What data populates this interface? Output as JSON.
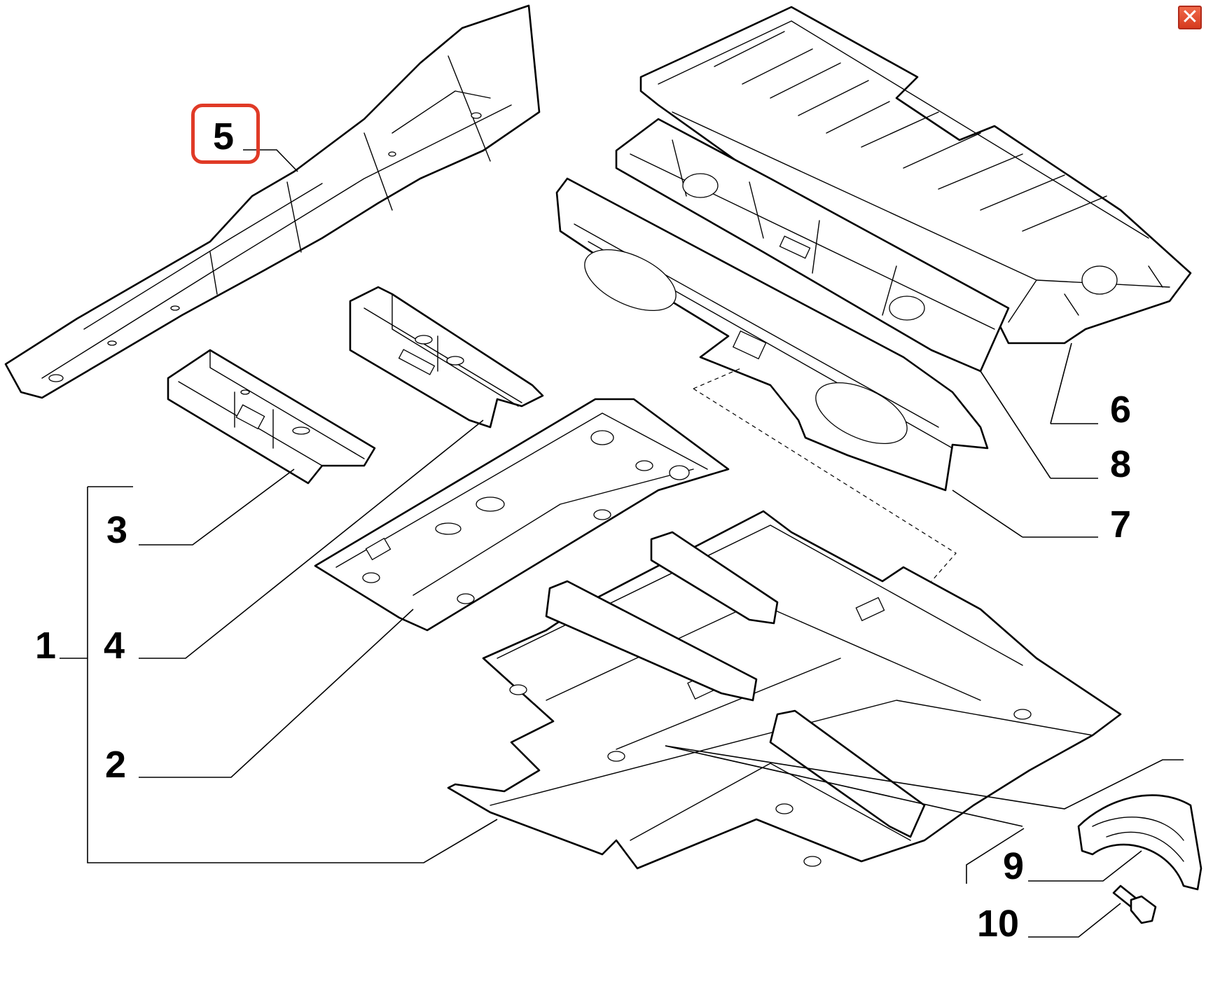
{
  "window": {
    "close_glyph": "✕"
  },
  "icons": {
    "close": "close-icon"
  },
  "colors": {
    "highlight": "#e03a26",
    "close_button": "#d63a1e",
    "line": "#000000"
  },
  "callouts": {
    "c1": "1",
    "c2": "2",
    "c3": "3",
    "c4": "4",
    "c5": "5",
    "c6": "6",
    "c7": "7",
    "c8": "8",
    "c9": "9",
    "c10": "10"
  },
  "highlighted_callout": "5"
}
